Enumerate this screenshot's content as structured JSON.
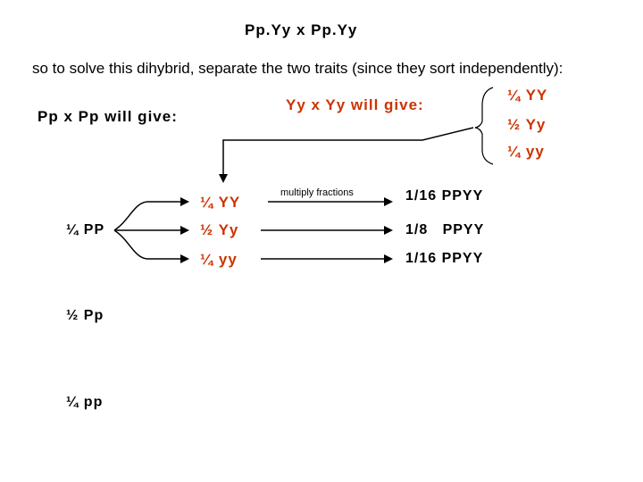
{
  "title": "Pp.Yy x Pp.Yy",
  "subtitle": "so to solve this dihybrid, separate the two traits (since they sort independently):",
  "cross_p": "Pp x Pp will give:",
  "cross_y": "Yy x Yy will give:",
  "y_results": [
    "¼ YY",
    "½ Yy",
    "¼ yy"
  ],
  "p_results": [
    "¼ PP",
    "½ Pp",
    "¼ pp"
  ],
  "branch_y": [
    "¼ YY",
    "½ Yy",
    "¼ yy"
  ],
  "multiply_label": "multiply fractions",
  "products": [
    "1/16 PPYY",
    "1/8   PPYY",
    "1/16 PPYY"
  ],
  "colors": {
    "accent": "#cc3300",
    "text": "#000000"
  }
}
